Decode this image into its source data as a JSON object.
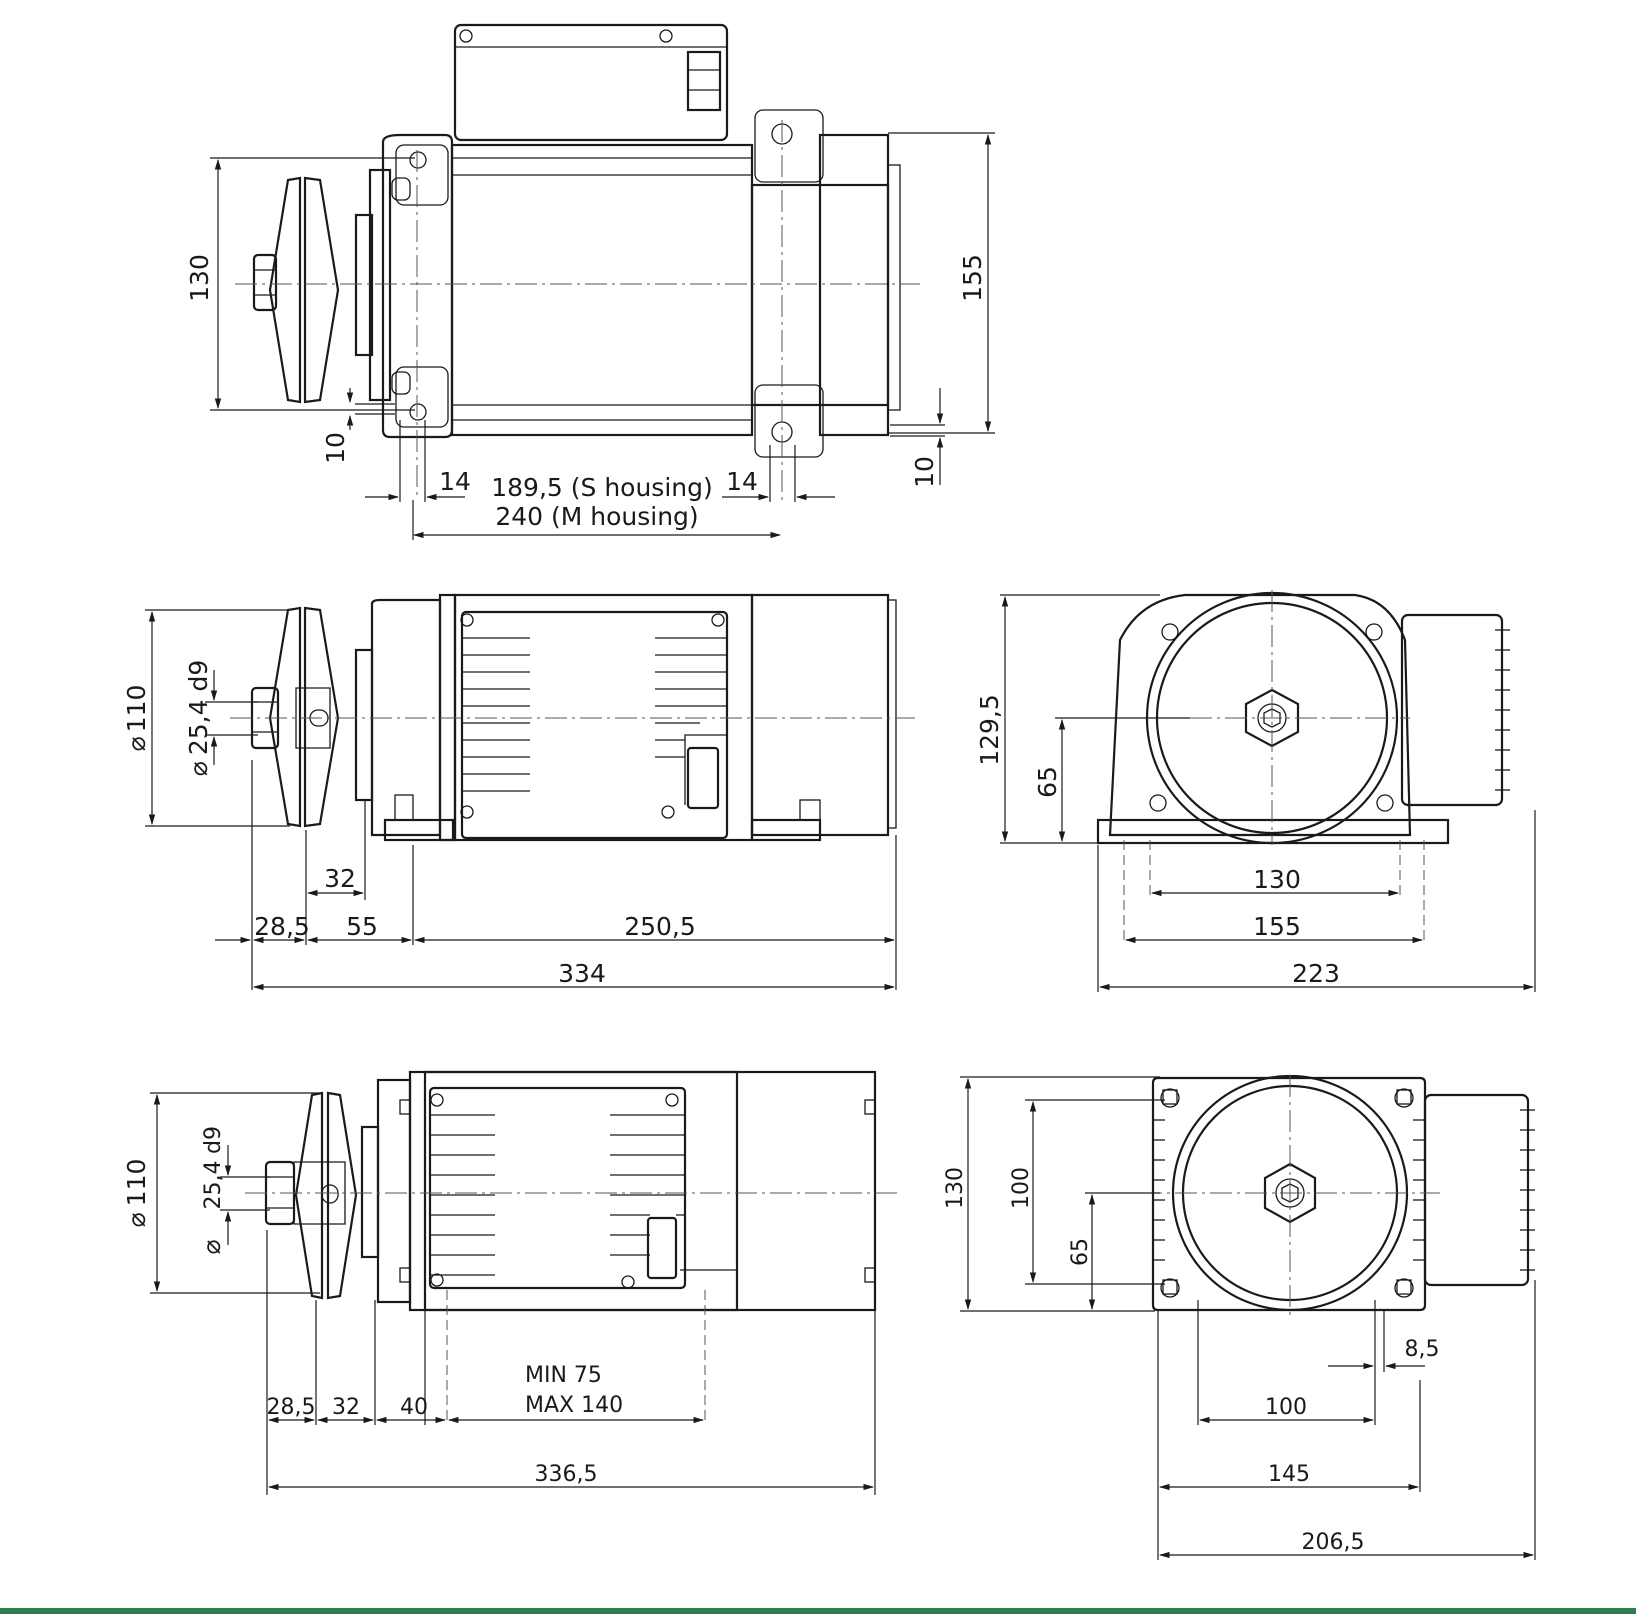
{
  "colors": {
    "line": "#1a1a1a",
    "accent_rule": "#2e7d4f"
  },
  "top_view": {
    "dim_130": "130",
    "dim_155": "155",
    "dim_10_left": "10",
    "dim_10_right": "10",
    "dim_14_left": "14",
    "dim_14_right": "14",
    "housing_s": "189,5 (S housing)",
    "housing_m": "240 (M housing)"
  },
  "side_view_s": {
    "dia_110": "110",
    "dia_shaft": "25,4 d9",
    "dia_symbol": "⌀",
    "dim_32": "32",
    "dim_28_5": "28,5",
    "dim_55": "55",
    "dim_250_5": "250,5",
    "dim_334": "334"
  },
  "end_view_s": {
    "dim_129_5": "129,5",
    "dim_65": "65",
    "dim_130": "130",
    "dim_155": "155",
    "dim_223": "223"
  },
  "side_view_m": {
    "dia_110": "110",
    "dia_shaft_a": "25,4",
    "dia_shaft_b": "d9",
    "dia_symbol": "⌀",
    "min": "MIN 75",
    "max": "MAX 140",
    "dim_28_5": "28,5",
    "dim_32": "32",
    "dim_40": "40",
    "dim_336_5": "336,5"
  },
  "end_view_m": {
    "dim_130": "130",
    "dim_100_v": "100",
    "dim_65": "65",
    "dim_8_5": "8,5",
    "dim_100_h": "100",
    "dim_145": "145",
    "dim_206_5": "206,5"
  }
}
